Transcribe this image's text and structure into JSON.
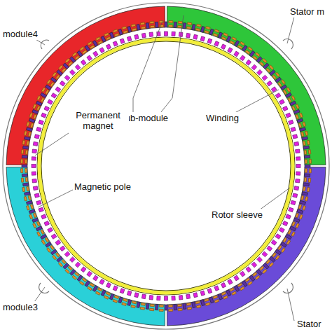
{
  "diagram": {
    "labels": [
      "module4",
      "Stator m",
      "module3",
      "Stator",
      "Sub-module",
      "Permanent magnet",
      "Winding",
      "Rotor sleeve",
      "Magnetic pole"
    ]
  }
}
